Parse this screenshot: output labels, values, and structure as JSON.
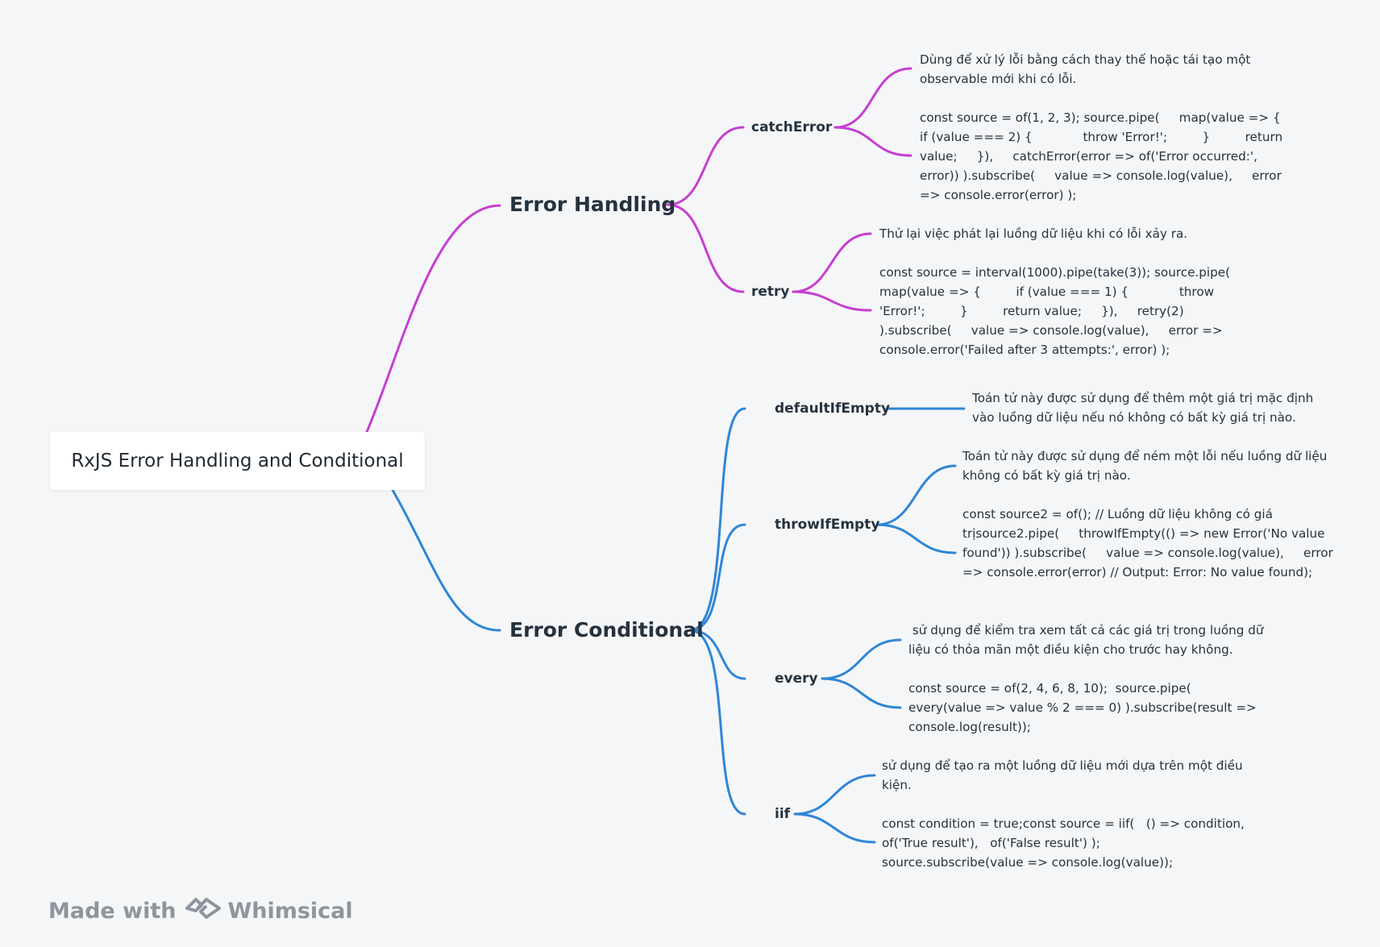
{
  "root": {
    "label": "RxJS Error Handling and Conditional"
  },
  "branches": [
    {
      "label": "Error Handling",
      "color": "#c63fd0",
      "operators": [
        {
          "label": "catchError",
          "description": "Dùng để xử lý lỗi bằng cách thay thế hoặc tái tạo một observable mới khi có lỗi.",
          "code": "const source = of(1, 2, 3); source.pipe(     map(value => {         if (value === 2) {             throw 'Error!';         }         return value;     }),     catchError(error => of('Error occurred:', error)) ).subscribe(     value => console.log(value),     error => console.error(error) );"
        },
        {
          "label": "retry",
          "description": "Thử lại việc phát lại luồng dữ liệu khi có lỗi xảy ra.",
          "code": "const source = interval(1000).pipe(take(3)); source.pipe(     map(value => {         if (value === 1) {             throw 'Error!';         }         return value;     }),     retry(2) ).subscribe(     value => console.log(value),     error => console.error('Failed after 3 attempts:', error) );"
        }
      ]
    },
    {
      "label": "Error Conditional",
      "color": "#2f86d6",
      "operators": [
        {
          "label": "defaultIfEmpty",
          "description": "Toán tử này được sử dụng để thêm một giá trị mặc định vào luồng dữ liệu nếu nó không có bất kỳ giá trị nào.",
          "code": ""
        },
        {
          "label": "throwIfEmpty",
          "description": "Toán tử này được sử dụng để ném một lỗi nếu luồng dữ liệu không có bất kỳ giá trị nào.",
          "code": "const source2 = of(); // Luồng dữ liệu không có giá trịsource2.pipe(     throwIfEmpty(() => new Error('No value found')) ).subscribe(     value => console.log(value),     error => console.error(error) // Output: Error: No value found);"
        },
        {
          "label": "every",
          "description": " sử dụng để kiểm tra xem tất cả các giá trị trong luồng dữ liệu có thỏa mãn một điều kiện cho trước hay không.",
          "code": "const source = of(2, 4, 6, 8, 10);  source.pipe(     every(value => value % 2 === 0) ).subscribe(result => console.log(result));"
        },
        {
          "label": "iif",
          "description": "sử dụng để tạo ra một luồng dữ liệu mới dựa trên một điều kiện.",
          "code": "const condition = true;const source = iif(   () => condition,   of('True result'),   of('False result') );\nsource.subscribe(value => console.log(value));"
        }
      ]
    }
  ],
  "footer": {
    "made_with": "Made with",
    "brand": "Whimsical"
  }
}
